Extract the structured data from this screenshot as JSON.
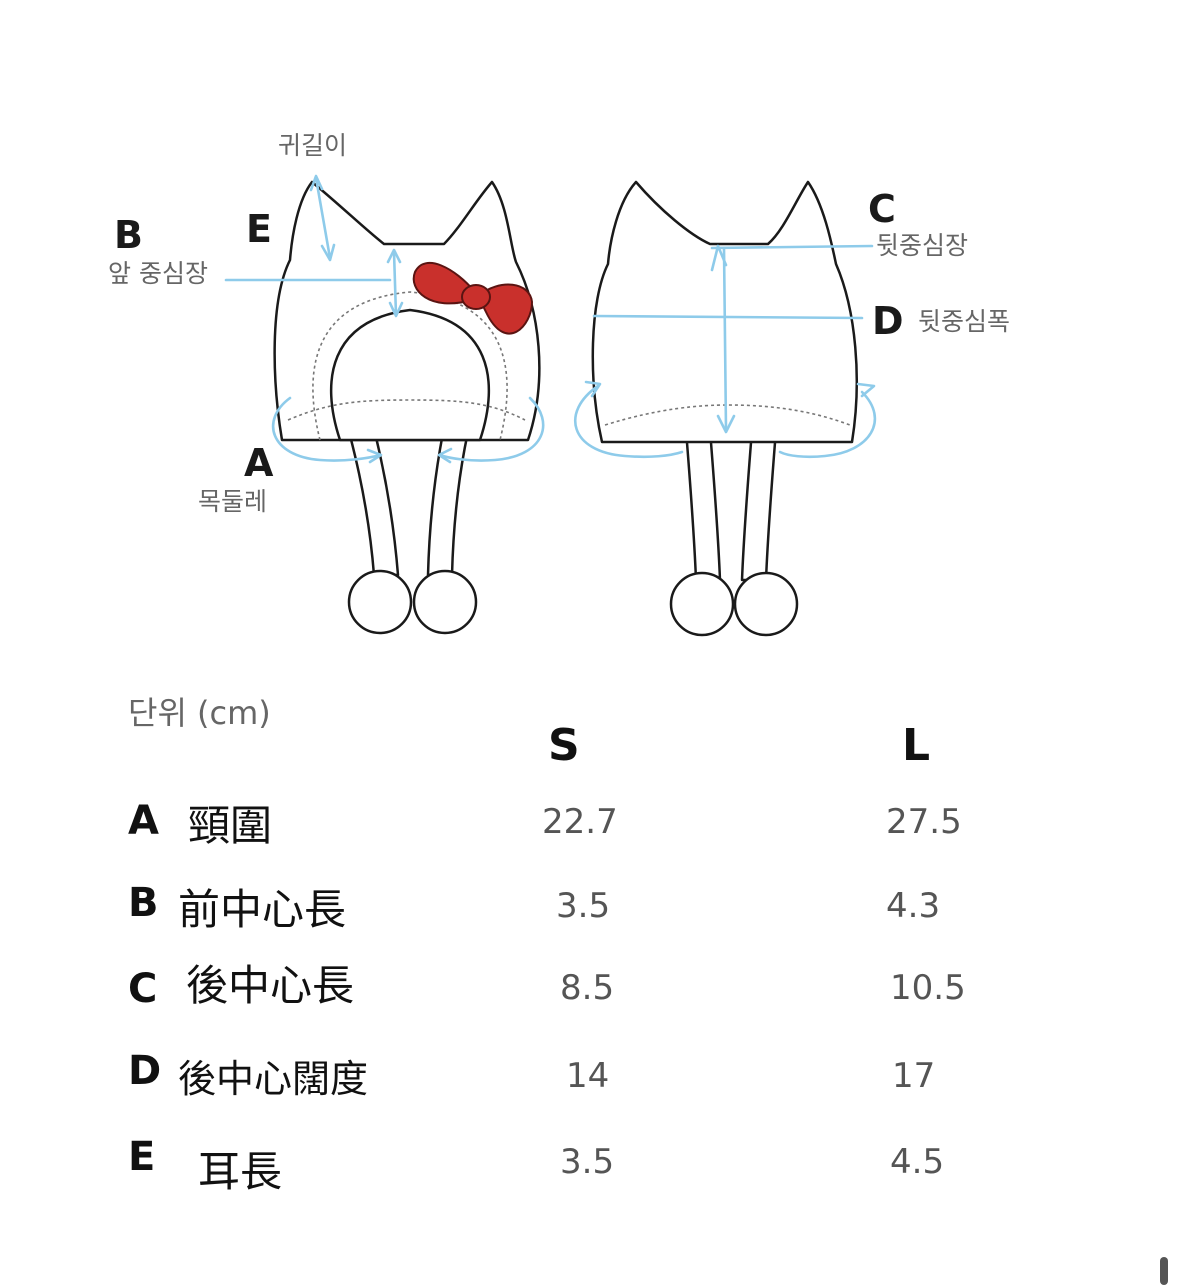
{
  "diagram": {
    "front": {
      "ear_length_label": "귀길이",
      "front_center_letter": "B",
      "front_center_label": "앞 중심장",
      "ear_letter": "E",
      "neck_letter": "A",
      "neck_label": "목둘레",
      "bow_color": "#c9302c"
    },
    "back": {
      "back_center_letter": "C",
      "back_center_label": "뒷중심장",
      "back_width_letter": "D",
      "back_width_label": "뒷중심폭"
    },
    "measure_color": "#8ecbea"
  },
  "table": {
    "unit": "단위 (cm)",
    "headers": {
      "s": "S",
      "l": "L"
    },
    "rows": [
      {
        "letter": "A",
        "name": "頸圍",
        "s": "22.7",
        "l": "27.5"
      },
      {
        "letter": "B",
        "name": "前中心長",
        "s": "3.5",
        "l": "4.3"
      },
      {
        "letter": "C",
        "name": "後中心長",
        "s": "8.5",
        "l": "10.5"
      },
      {
        "letter": "D",
        "name": "後中心闊度",
        "s": "14",
        "l": "17"
      },
      {
        "letter": "E",
        "name": "耳長",
        "s": "3.5",
        "l": "4.5"
      }
    ]
  }
}
